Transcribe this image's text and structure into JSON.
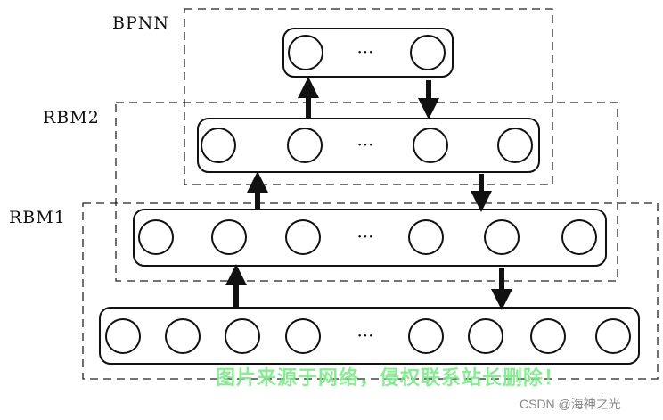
{
  "labels": {
    "bpnn": "BPNN",
    "rbm2": "RBM2",
    "rbm1": "RBM1"
  },
  "ellipsis": "···",
  "layers": [
    {
      "name": "bpnn-output-layer",
      "left_nodes": 1,
      "right_nodes": 1
    },
    {
      "name": "rbm2-hidden-layer",
      "left_nodes": 2,
      "right_nodes": 2
    },
    {
      "name": "rbm1-hidden-layer",
      "left_nodes": 3,
      "right_nodes": 3
    },
    {
      "name": "input-layer",
      "left_nodes": 4,
      "right_nodes": 4
    }
  ],
  "watermark": "图片来源于网络，侵权联系站长删除！",
  "credit": "CSDN @海神之光"
}
